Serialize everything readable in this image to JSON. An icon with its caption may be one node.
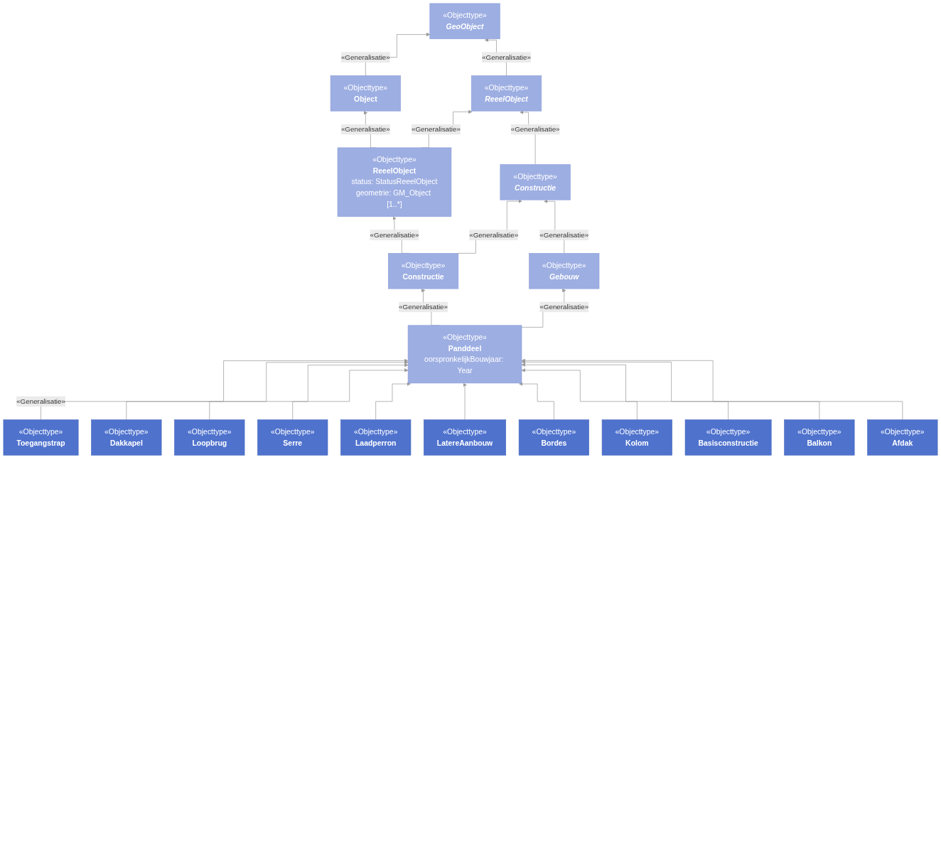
{
  "diagram": {
    "nodes": [
      {
        "text": [
          "«Objecttype»",
          "GeoObject"
        ]
      },
      {
        "text": [
          "«Objecttype»",
          "Object"
        ]
      },
      {
        "text": [
          "«Objecttype»",
          "ReeelObject"
        ]
      },
      {
        "text": [
          "«Objecttype»",
          "ReeelObject",
          "status: StatusReeelObject",
          "geometrie: GM_Object [1..*]"
        ]
      },
      {
        "text": [
          "«Objecttype»",
          "Constructie"
        ]
      },
      {
        "text": [
          "«Objecttype»",
          "Constructie"
        ]
      },
      {
        "text": [
          "«Objecttype»",
          "Gebouw"
        ]
      },
      {
        "text": [
          "«Objecttype»",
          "Panddeel",
          "oorspronkelijkBouwjaar: Year"
        ]
      },
      {
        "text": [
          "«Objecttype»",
          "Toegangstrap"
        ]
      },
      {
        "text": [
          "«Objecttype»",
          "Dakkapel"
        ]
      },
      {
        "text": [
          "«Objecttype»",
          "Loopbrug"
        ]
      },
      {
        "text": [
          "«Objecttype»",
          "Serre"
        ]
      },
      {
        "text": [
          "«Objecttype»",
          "Laadperron"
        ]
      },
      {
        "text": [
          "«Objecttype»",
          "LatereAanbouw"
        ]
      },
      {
        "text": [
          "«Objecttype»",
          "Bordes"
        ]
      },
      {
        "text": [
          "«Objecttype»",
          "Kolom"
        ]
      },
      {
        "text": [
          "«Objecttype»",
          "Basisconstructie"
        ]
      },
      {
        "text": [
          "«Objecttype»",
          "Balkon"
        ]
      },
      {
        "text": [
          "«Objecttype»",
          "Afdak"
        ]
      }
    ],
    "edges": [
      {
        "from": 1,
        "to": 0,
        "arrow": "to",
        "label": "«Generalisatie»"
      },
      {
        "from": 2,
        "to": 0,
        "arrow": "to",
        "label": "«Generalisatie»"
      },
      {
        "from": 3,
        "to": 1,
        "arrow": "to",
        "label": "«Generalisatie»"
      },
      {
        "from": 3,
        "to": 2,
        "arrow": "to",
        "label": "«Generalisatie»"
      },
      {
        "from": 4,
        "to": 2,
        "arrow": "to",
        "label": "«Generalisatie»"
      },
      {
        "from": 5,
        "to": 3,
        "arrow": "to",
        "label": "«Generalisatie»"
      },
      {
        "from": 5,
        "to": 4,
        "arrow": "to",
        "label": "«Generalisatie»"
      },
      {
        "from": 6,
        "to": 4,
        "arrow": "to",
        "label": "«Generalisatie»"
      },
      {
        "from": 7,
        "to": 5,
        "arrow": "to",
        "label": "«Generalisatie»"
      },
      {
        "from": 7,
        "to": 6,
        "arrow": "to",
        "label": "«Generalisatie»"
      },
      {
        "from": 8,
        "to": 7,
        "arrow": "to",
        "label": "«Generalisatie»"
      },
      {
        "from": 9,
        "to": 7,
        "arrow": "to"
      },
      {
        "from": 10,
        "to": 7,
        "arrow": "to"
      },
      {
        "from": 11,
        "to": 7,
        "arrow": "to"
      },
      {
        "from": 12,
        "to": 7,
        "arrow": "to"
      },
      {
        "from": 13,
        "to": 7,
        "arrow": "to"
      },
      {
        "from": 14,
        "to": 7,
        "arrow": "to"
      },
      {
        "from": 15,
        "to": 7,
        "arrow": "to"
      },
      {
        "from": 16,
        "to": 7,
        "arrow": "to"
      },
      {
        "from": 17,
        "to": 7,
        "arrow": "to"
      },
      {
        "from": 18,
        "to": 7,
        "arrow": "to"
      }
    ]
  }
}
